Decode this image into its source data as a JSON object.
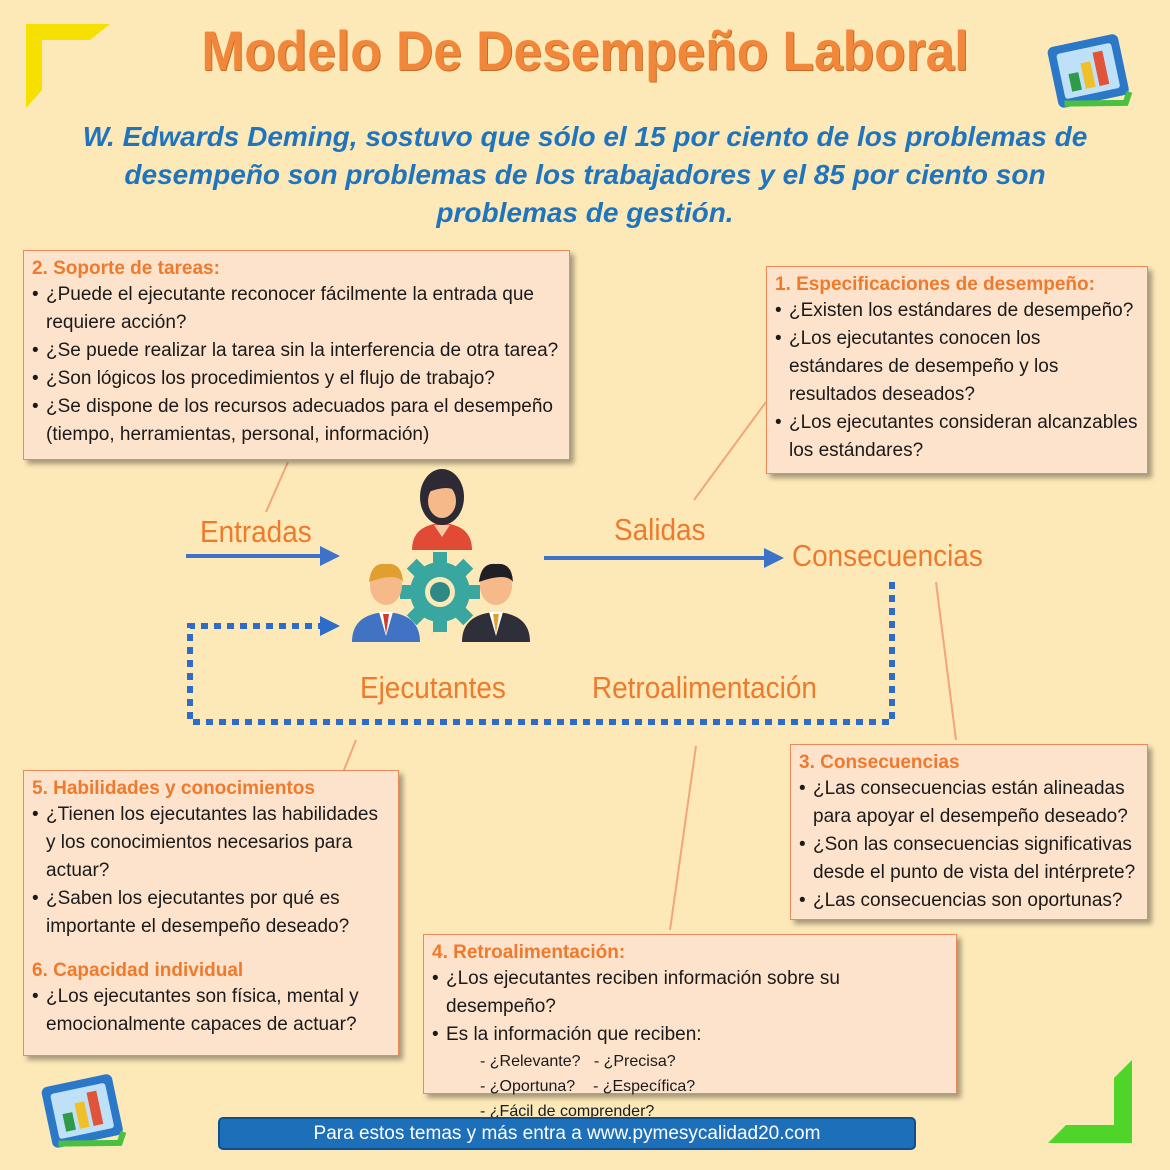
{
  "title": "Modelo De Desempeño Laboral",
  "subtitle": "W. Edwards Deming, sostuvo que sólo el 15 por ciento de los problemas de desempeño son problemas de los trabajadores y el 85 por ciento son problemas de gestión.",
  "labels": {
    "entradas": "Entradas",
    "salidas": "Salidas",
    "consecuencias": "Consecuencias",
    "ejecutantes": "Ejecutantes",
    "retroalimentacion": "Retroalimentación"
  },
  "box_soporte": {
    "heading": "2. Soporte de tareas:",
    "items": [
      "¿Puede el ejecutante reconocer fácilmente la entrada que requiere acción?",
      "¿Se puede realizar la tarea sin la interferencia de otra tarea?",
      "¿Son lógicos los procedimientos y el flujo de trabajo?",
      "¿Se dispone de los recursos adecuados para el desempeño (tiempo, herramientas, personal, información)"
    ]
  },
  "box_especificaciones": {
    "heading": "1. Especificaciones de desempeño:",
    "items": [
      "¿Existen los estándares de desempeño?",
      "¿Los ejecutantes conocen los estándares de desempeño y los resultados deseados?",
      "¿Los ejecutantes consideran alcanzables los estándares?"
    ]
  },
  "box_consecuencias": {
    "heading": "3. Consecuencias",
    "items": [
      "¿Las consecuencias están alineadas para apoyar el desempeño deseado?",
      "¿Son las consecuencias significativas desde el punto de vista del intérprete?",
      "¿Las consecuencias son oportunas?"
    ]
  },
  "box_retro": {
    "heading": "4. Retroalimentación:",
    "items": [
      "¿Los ejecutantes reciben información sobre su desempeño?",
      "Es la información que reciben:"
    ],
    "subitems": [
      "- ¿Relevante?   - ¿Precisa?",
      "- ¿Oportuna?    - ¿Específica?",
      "- ¿Fácil de comprender?"
    ]
  },
  "box_habilidades": {
    "heading": "5. Habilidades y conocimientos",
    "items": [
      "¿Tienen los ejecutantes las habilidades y los conocimientos necesarios para actuar?",
      "¿Saben los ejecutantes por qué es importante el desempeño deseado?"
    ],
    "heading2": "6. Capacidad individual",
    "items2": [
      "¿Los ejecutantes son física, mental y emocionalmente capaces de actuar?"
    ]
  },
  "footer": "Para estos temas y más entra a www.pymesycalidad20.com",
  "colors": {
    "background": "#fde9b8",
    "accent_orange": "#f07a2c",
    "accent_blue": "#1f74c0",
    "box_fill": "#fde2cc"
  }
}
